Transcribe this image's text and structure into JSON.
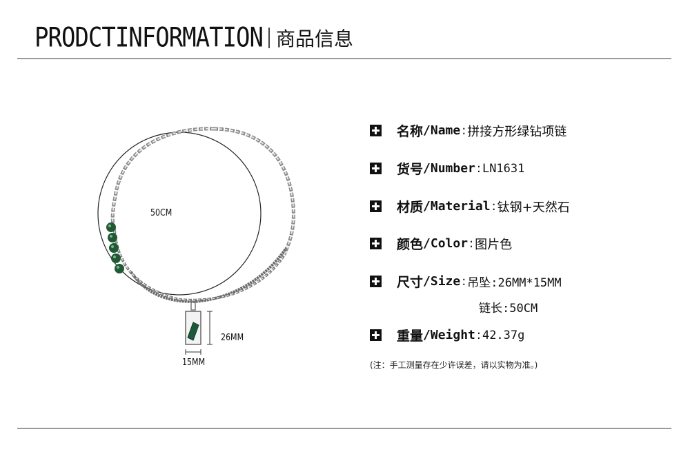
{
  "header": {
    "title_en": "PRODCTINFORMATION",
    "title_cn": "商品信息"
  },
  "figure": {
    "length_label": "50CM",
    "pendant_height_label": "26MM",
    "pendant_width_label": "15MM",
    "bead_color": "#1f5a32",
    "stone_color": "#1d5a3c"
  },
  "specs": {
    "name": {
      "label_cn": "名称",
      "label_en": "/Name",
      "sep": ":",
      "value": "拼接方形绿钻项链"
    },
    "number": {
      "label_cn": "货号",
      "label_en": "/Number",
      "sep": ":",
      "value": "LN1631"
    },
    "material": {
      "label_cn": "材质",
      "label_en": "/Material",
      "sep": ":",
      "value": "钛钢+天然石"
    },
    "color": {
      "label_cn": "颜色",
      "label_en": "/Color",
      "sep": ":",
      "value": "图片色"
    },
    "size": {
      "label_cn": "尺寸",
      "label_en": "/Size",
      "sep": ":",
      "value": "吊坠:26MM*15MM",
      "value2": "链长:50CM"
    },
    "weight": {
      "label_cn": "重量",
      "label_en": "/Weight",
      "sep": ":",
      "value": "42.37g"
    },
    "note": "(注：手工测量存在少许误差，请以实物为准。)"
  }
}
